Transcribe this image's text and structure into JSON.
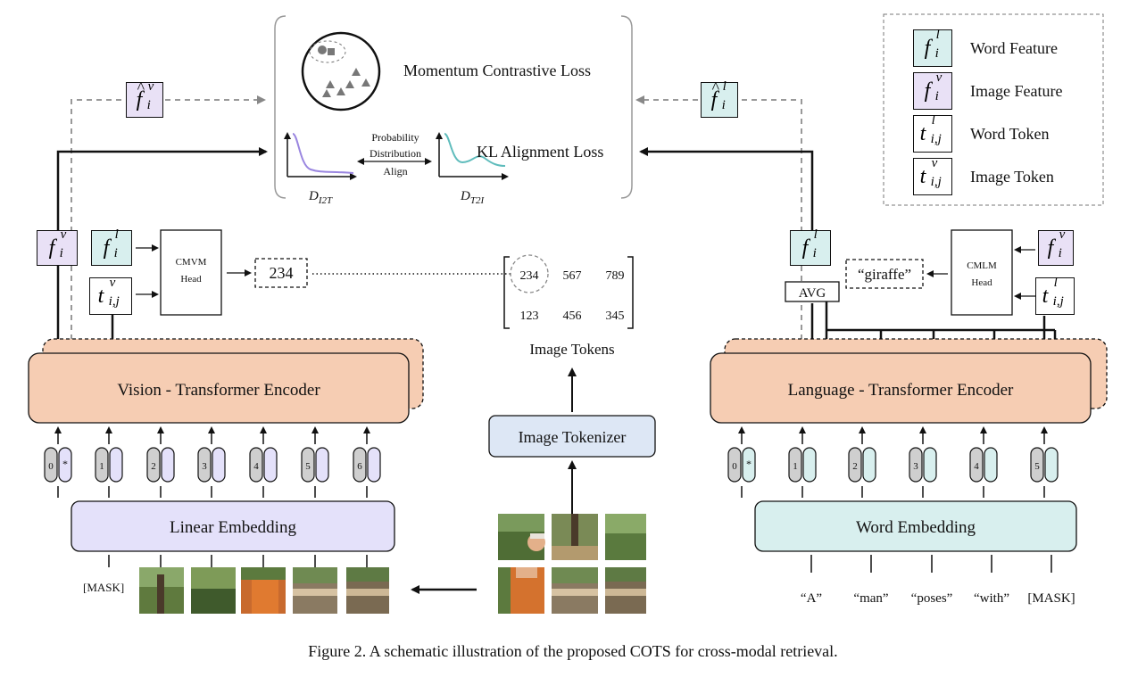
{
  "top": {
    "momentum_loss": "Momentum Contrastive Loss",
    "kl_loss": "KL Alignment Loss",
    "prob_line1": "Probability",
    "prob_line2": "Distribution",
    "prob_line3": "Align",
    "d_i2t": "D",
    "d_i2t_sub": "I2T",
    "d_t2i": "D",
    "d_t2i_sub": "T2I"
  },
  "legend": {
    "items": [
      {
        "label": "Word Feature",
        "sym": "f",
        "sup": "l",
        "sub": "i",
        "fill": "#d8efee"
      },
      {
        "label": "Image Feature",
        "sym": "f",
        "sup": "v",
        "sub": "i",
        "fill": "#e9e1f6"
      },
      {
        "label": "Word Token",
        "sym": "t",
        "sup": "l",
        "sub": "i,j",
        "fill": "#ffffff"
      },
      {
        "label": "Image Token",
        "sym": "t",
        "sup": "v",
        "sub": "i,j",
        "fill": "#ffffff"
      }
    ]
  },
  "left": {
    "cmvm_line1": "CMVM",
    "cmvm_line2": "Head",
    "predicted": "234",
    "encoder": "Vision - Transformer Encoder",
    "embedding": "Linear Embedding",
    "mask": "[MASK]",
    "patch_indices": [
      "0",
      "1",
      "2",
      "3",
      "4",
      "5",
      "6"
    ],
    "cls_star": "*"
  },
  "middle": {
    "tokens_row1": [
      "234",
      "567",
      "789"
    ],
    "tokens_row2": [
      "123",
      "456",
      "345"
    ],
    "tokens_label": "Image Tokens",
    "tokenizer": "Image Tokenizer"
  },
  "right": {
    "cmlm_line1": "CMLM",
    "cmlm_line2": "Head",
    "predicted_word": "“giraffe”",
    "avg": "AVG",
    "encoder": "Language - Transformer Encoder",
    "embedding": "Word Embedding",
    "token_indices": [
      "0",
      "1",
      "2",
      "3",
      "4",
      "5"
    ],
    "cls_star": "*",
    "words": [
      "“A”",
      "“man”",
      "“poses”",
      "“with”",
      "[MASK]"
    ]
  },
  "caption": "Figure 2. A schematic illustration of the proposed COTS for cross-modal retrieval.",
  "colors": {
    "encoder_fill": "#f6cdb3",
    "linear_embed_fill": "#e4e1fa",
    "word_embed_fill": "#d8efee",
    "tokenizer_fill": "#dde7f5",
    "word_feature": "#d8efee",
    "image_feature": "#e9e1f6",
    "purple_curve": "#9a86e0",
    "teal_curve": "#5fbcbc"
  }
}
